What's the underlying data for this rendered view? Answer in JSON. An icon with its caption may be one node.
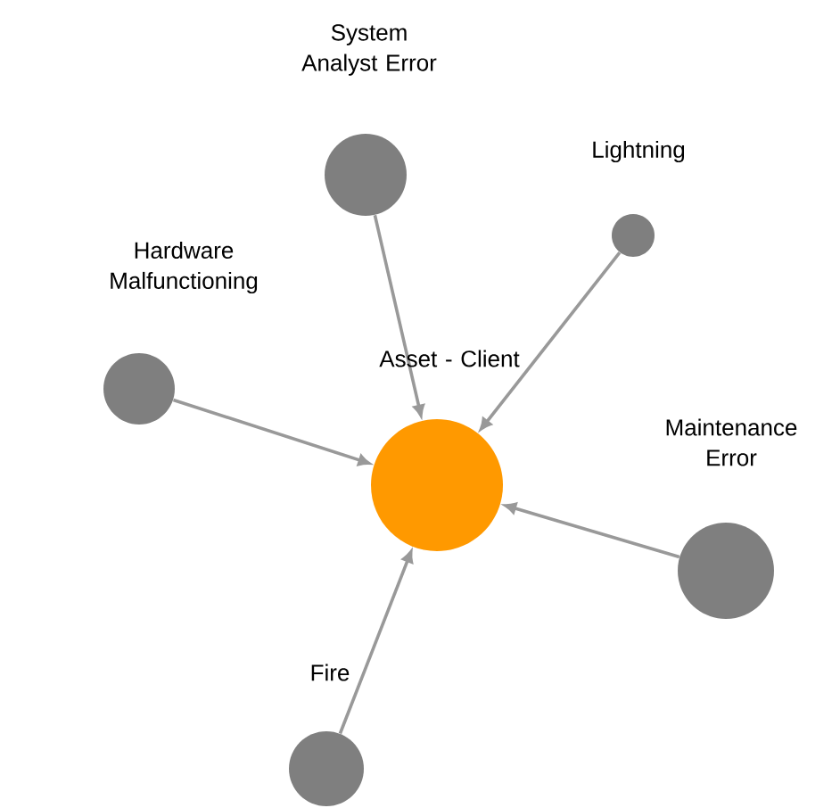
{
  "diagram": {
    "nodes": [
      {
        "text": [],
        "shape": "circle",
        "beside": [
          "Asset - Client"
        ]
      },
      {
        "text": [],
        "shape": "circle",
        "beside": [
          "System Analyst Error"
        ]
      },
      {
        "text": [],
        "shape": "circle",
        "beside": [
          "Lightning"
        ]
      },
      {
        "text": [],
        "shape": "circle",
        "beside": [
          "Hardware Malfunctioning"
        ]
      },
      {
        "text": [],
        "shape": "circle",
        "beside": [
          "Maintenance Error"
        ]
      },
      {
        "text": [],
        "shape": "circle",
        "beside": [
          "Fire"
        ]
      }
    ],
    "edges": [
      {
        "from": 1,
        "to": 0,
        "arrow": "to"
      },
      {
        "from": 2,
        "to": 0,
        "arrow": "to"
      },
      {
        "from": 3,
        "to": 0,
        "arrow": "to"
      },
      {
        "from": 4,
        "to": 0,
        "arrow": "to"
      },
      {
        "from": 5,
        "to": 0,
        "arrow": "to"
      }
    ]
  }
}
